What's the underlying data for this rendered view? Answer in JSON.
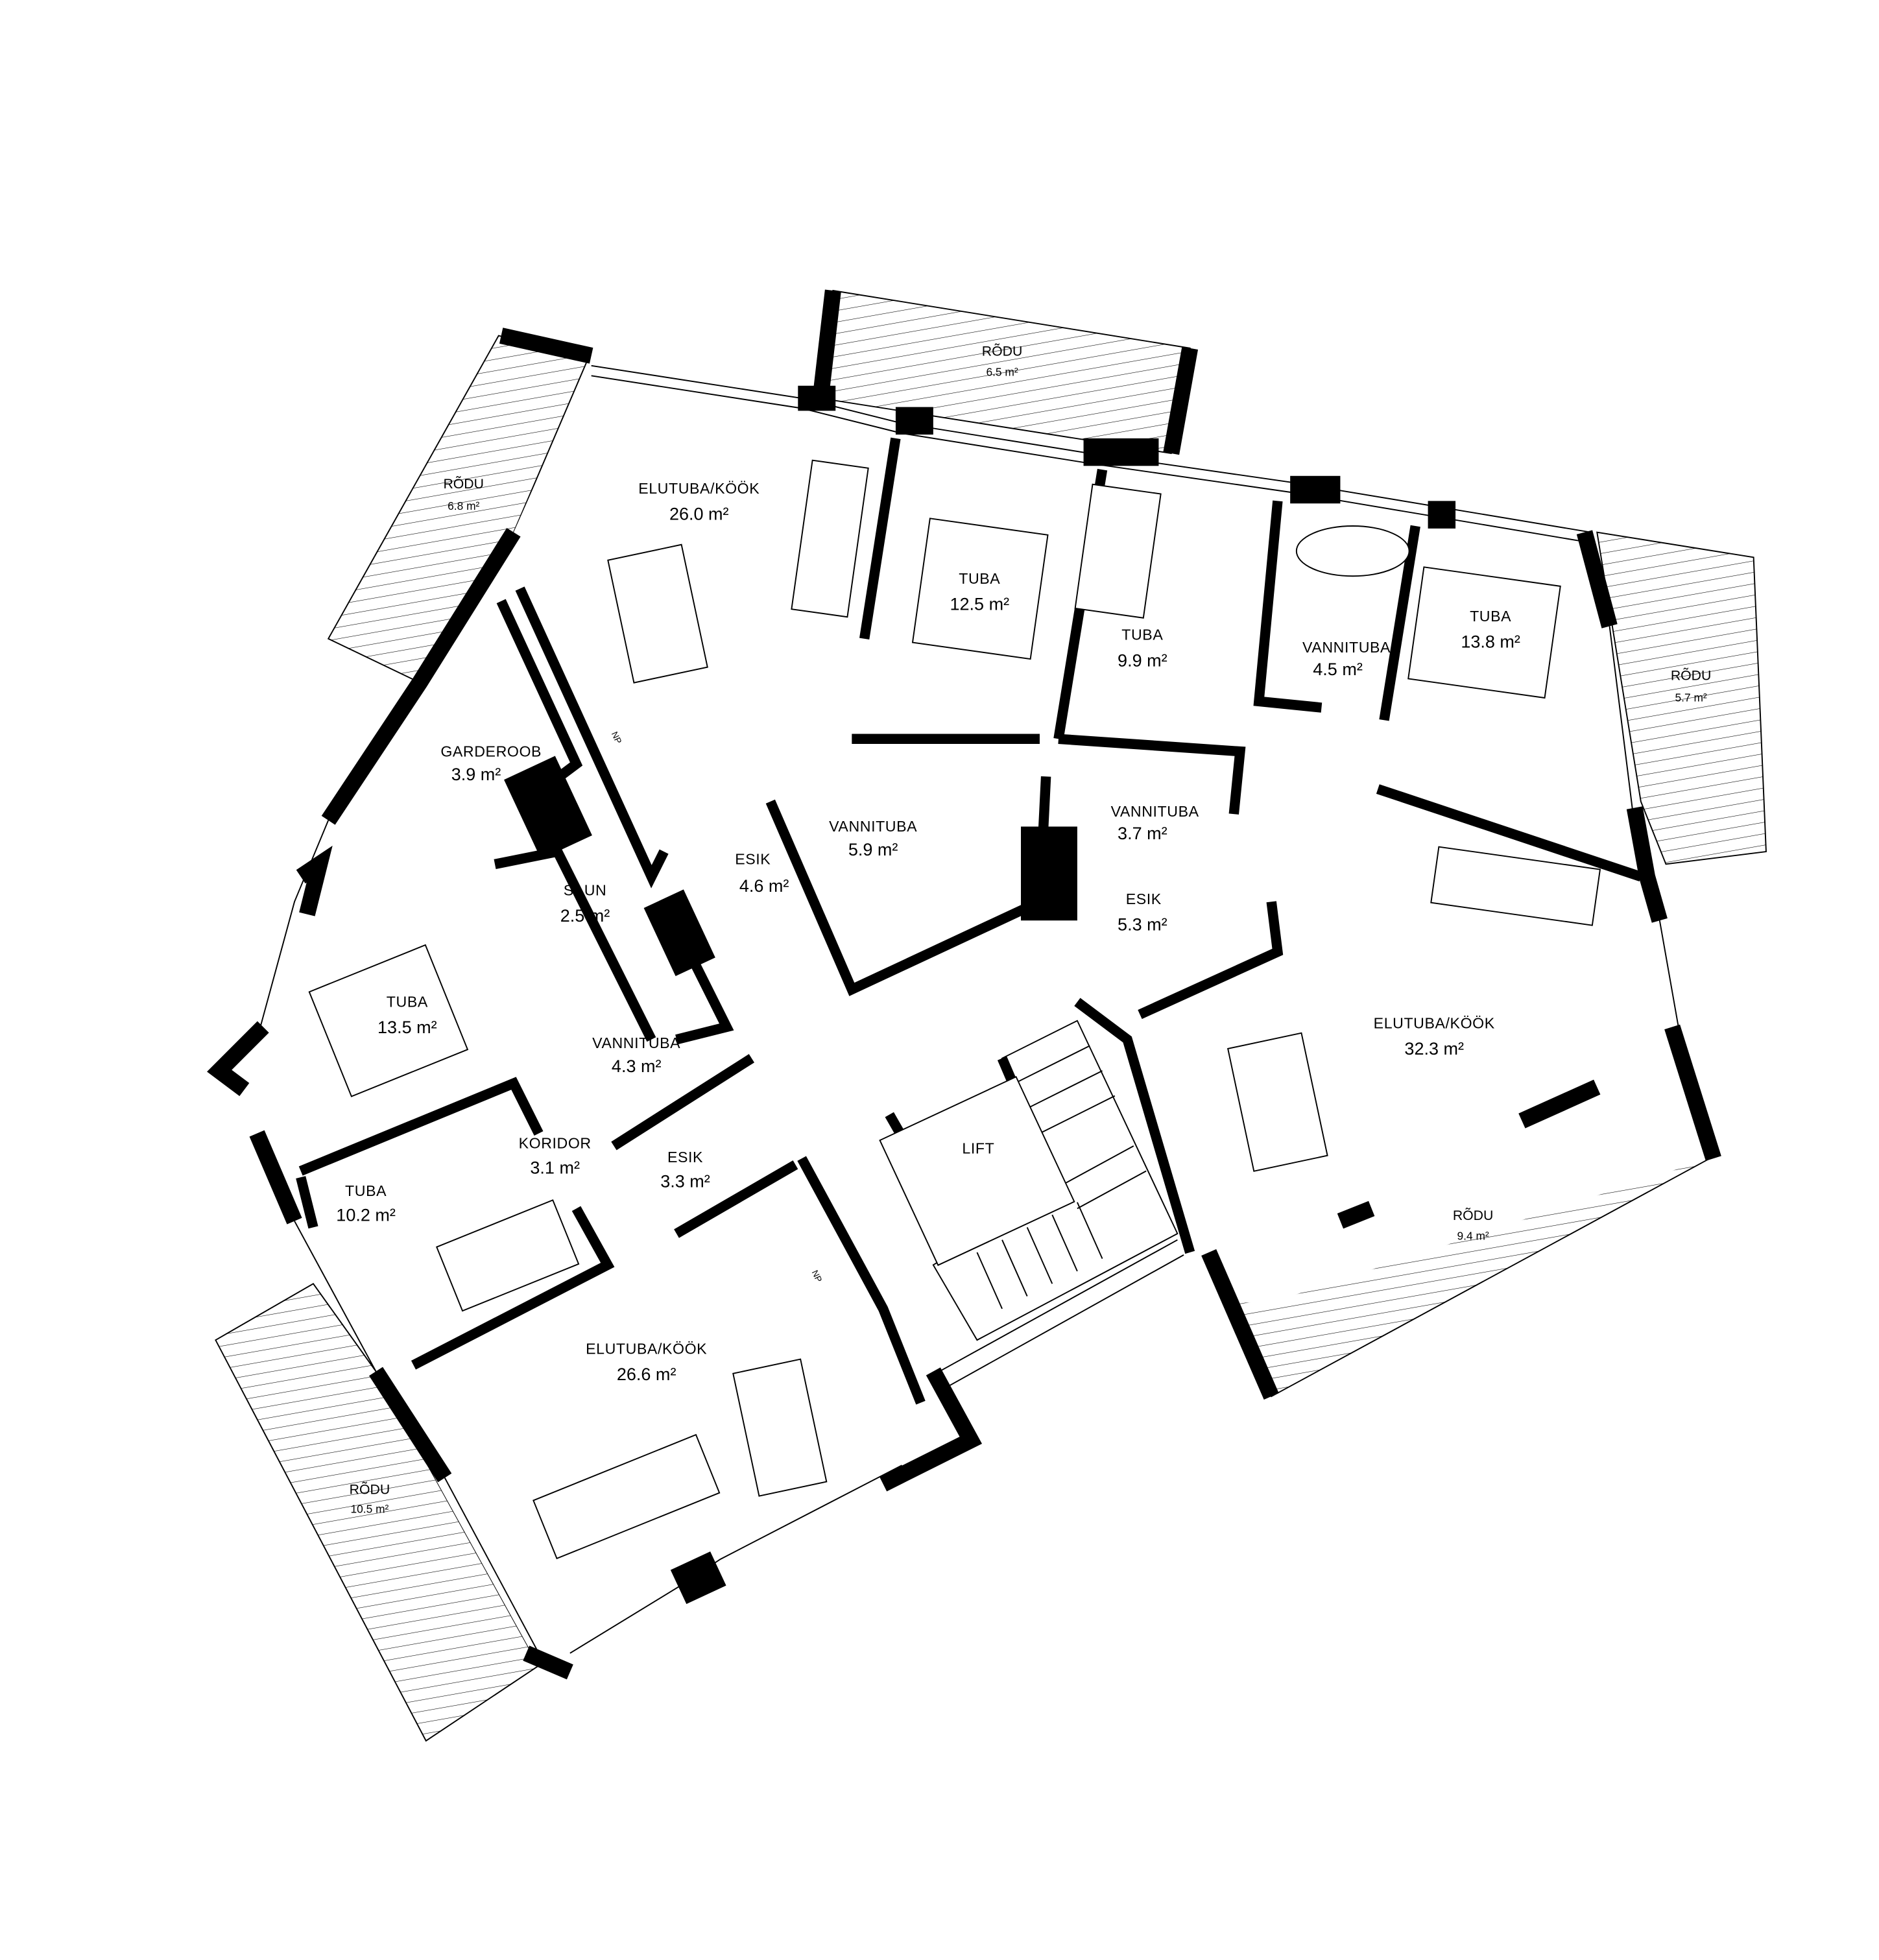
{
  "rooms": [
    {
      "name": "RÕDU",
      "area": "6.5 m²"
    },
    {
      "name": "RÕDU",
      "area": "6.8 m²"
    },
    {
      "name": "ELUTUBA/KÖÖK",
      "area": "26.0 m²"
    },
    {
      "name": "TUBA",
      "area": "12.5 m²"
    },
    {
      "name": "TUBA",
      "area": "9.9 m²"
    },
    {
      "name": "VANNITUBA",
      "area": "4.5 m²"
    },
    {
      "name": "TUBA",
      "area": "13.8 m²"
    },
    {
      "name": "RÕDU",
      "area": "5.7 m²"
    },
    {
      "name": "GARDEROOB",
      "area": "3.9 m²"
    },
    {
      "name": "VANNITUBA",
      "area": "5.9 m²"
    },
    {
      "name": "VANNITUBA",
      "area": "3.7 m²"
    },
    {
      "name": "ESIK",
      "area": "4.6 m²"
    },
    {
      "name": "SAUN",
      "area": "2.5 m²"
    },
    {
      "name": "ESIK",
      "area": "5.3 m²"
    },
    {
      "name": "TUBA",
      "area": "13.5 m²"
    },
    {
      "name": "VANNITUBA",
      "area": "4.3 m²"
    },
    {
      "name": "ELUTUBA/KÖÖK",
      "area": "32.3 m²"
    },
    {
      "name": "KORIDOR",
      "area": "3.1 m²"
    },
    {
      "name": "ESIK",
      "area": "3.3 m²"
    },
    {
      "name": "TUBA",
      "area": "10.2 m²"
    },
    {
      "name": "RÕDU",
      "area": "9.4 m²"
    },
    {
      "name": "ELUTUBA/KÖÖK",
      "area": "26.6 m²"
    },
    {
      "name": "RÕDU",
      "area": "10.5 m²"
    }
  ],
  "lift": {
    "label": "LIFT"
  },
  "markers": {
    "np": "NP"
  }
}
